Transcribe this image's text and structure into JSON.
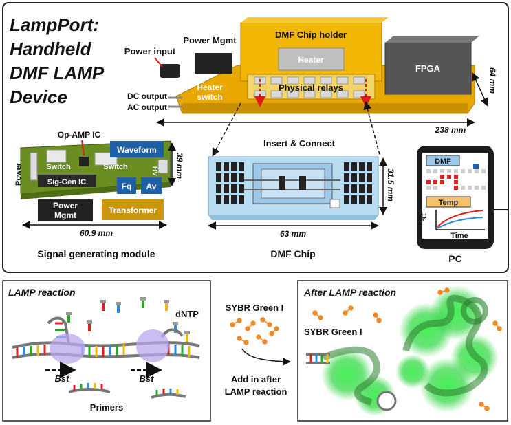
{
  "title_lines": [
    "LampPort:",
    "Handheld",
    "DMF LAMP",
    "Device"
  ],
  "device": {
    "power_input": "Power input",
    "power_mgmt": "Power Mgmt",
    "chip_holder": "DMF Chip holder",
    "heater": "Heater",
    "fpga": "FPGA",
    "heater_switch_1": "Heater",
    "heater_switch_2": "switch",
    "physical_relays": "Physical relays",
    "dc_output": "DC output",
    "ac_output": "AC output",
    "dim_width": "238 mm",
    "dim_height": "64 mm"
  },
  "signal_module": {
    "op_amp": "Op-AMP IC",
    "power": "Power",
    "switch_left": "Switch",
    "switch_right": "Switch",
    "sig_gen": "Sig-Gen IC",
    "waveform": "Waveform",
    "hv": "HV",
    "fq": "Fq",
    "av": "Av",
    "power_mgmt_1": "Power",
    "power_mgmt_2": "Mgmt",
    "transformer": "Transformer",
    "dim_width": "60.9 mm",
    "dim_height": "39 mm",
    "caption": "Signal generating module"
  },
  "dmf_chip": {
    "insert_connect": "Insert & Connect",
    "dim_width": "63 mm",
    "dim_height": "31.5 mm",
    "caption": "DMF Chip"
  },
  "pc": {
    "dmf_label": "DMF",
    "temp_label": "Temp",
    "y_axis": "°C",
    "x_axis": "Time",
    "caption": "PC"
  },
  "lamp": {
    "title": "LAMP reaction",
    "dntp": "dNTP",
    "bst_left": "Bst",
    "bst_right": "Bst",
    "primers": "Primers"
  },
  "middle": {
    "sybr": "SYBR Green I",
    "add_1": "Add in after",
    "add_2": "LAMP reaction"
  },
  "after": {
    "title": "After LAMP reaction",
    "sybr": "SYBR Green I"
  },
  "colors": {
    "gold": "#f2b705",
    "pcb_green": "#6b8e23",
    "chip_blue": "#b9dcf0",
    "glow_green": "#35e84a",
    "relay_red": "#e01b1b",
    "blue_component": "#1e5fa8",
    "temp_orange": "#f5c16c",
    "dmf_blue": "#9cc8ea"
  }
}
